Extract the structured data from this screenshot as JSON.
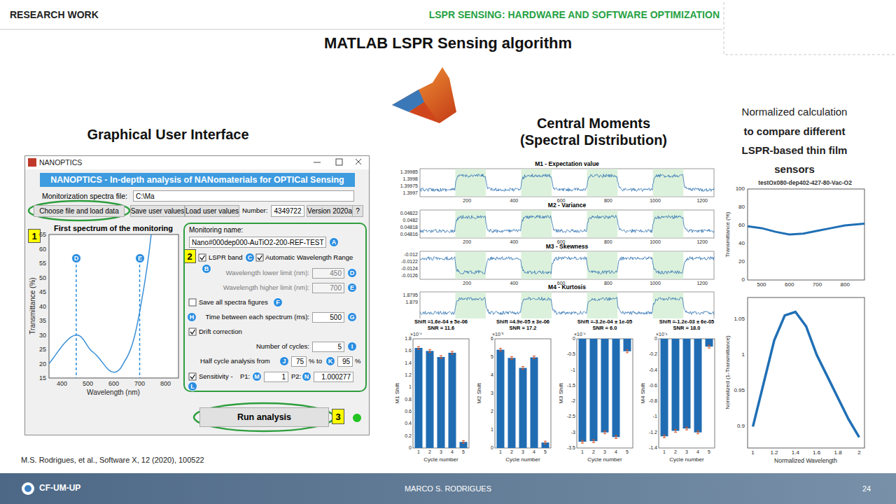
{
  "diagram": {
    "title": "MATLAB LSPR Sensing algorithm",
    "nodes": [
      {
        "text": [
          "NANOPTICS"
        ]
      },
      {
        "text": [
          "NANOPTICS - In-depth analysis of NANomaterials for OPTICal Sensing"
        ],
        "in": 0
      },
      {
        "text": [
          "C:\\Ma"
        ],
        "in": 0
      },
      {
        "text": [
          "Choose file and load data"
        ],
        "in": 0
      },
      {
        "text": [
          "Save user values"
        ],
        "in": 0
      },
      {
        "text": [
          "Load user values"
        ],
        "in": 0
      },
      {
        "text": [
          "4349722"
        ],
        "in": 0
      },
      {
        "text": [
          "Version 2020a"
        ],
        "in": 0
      },
      {
        "text": [
          "?"
        ],
        "in": 0
      },
      {
        "text": [
          "1"
        ],
        "in": 0
      },
      {
        "text": [
          "D"
        ],
        "in": 0
      },
      {
        "text": [
          "E"
        ],
        "in": 0
      },
      {
        "text": [
          "2"
        ],
        "in": 0
      },
      {
        "text": [
          "Monitoring name:"
        ],
        "in": 0
      },
      {
        "text": [
          "Nano#000dep000-AuTiO2-200-REF-TEST"
        ],
        "in": 13
      },
      {
        "text": [
          "A"
        ],
        "in": 13
      },
      {
        "text": [
          "B"
        ],
        "in": 13
      },
      {
        "text": [
          "C"
        ],
        "in": 13
      },
      {
        "text": [
          "450"
        ],
        "in": 13
      },
      {
        "text": [
          "D"
        ],
        "in": 13
      },
      {
        "text": [
          "700"
        ],
        "in": 13
      },
      {
        "text": [
          "E"
        ],
        "in": 13
      },
      {
        "text": [
          "F"
        ],
        "in": 13
      },
      {
        "text": [
          "H"
        ],
        "in": 13
      },
      {
        "text": [
          "500"
        ],
        "in": 13
      },
      {
        "text": [
          "G"
        ],
        "in": 13
      },
      {
        "text": [
          "5"
        ],
        "in": 13
      },
      {
        "text": [
          "I"
        ],
        "in": 13
      },
      {
        "text": [
          "J"
        ],
        "in": 13
      },
      {
        "text": [
          "75"
        ],
        "in": 13
      },
      {
        "text": [
          "K"
        ],
        "in": 13
      },
      {
        "text": [
          "95"
        ],
        "in": 13
      },
      {
        "text": [
          "L"
        ],
        "in": 13
      },
      {
        "text": [
          "M"
        ],
        "in": 13
      },
      {
        "text": [
          "1"
        ],
        "in": 13
      },
      {
        "text": [
          "N"
        ],
        "in": 13
      },
      {
        "text": [
          "1.000277"
        ],
        "in": 13
      },
      {
        "text": [
          "Run analysis"
        ],
        "in": 0
      },
      {
        "text": [
          "3"
        ],
        "in": 0
      }
    ],
    "labels": [
      "RESEARCH WORK",
      "LSPR SENSING: HARDWARE AND SOFTWARE OPTIMIZATION",
      "Graphical User Interface",
      "Central Moments",
      "(Spectral Distribution)",
      "Normalized calculation",
      "to compare different",
      "LSPR-based thin film",
      "sensors",
      "Monitorization spectra file:",
      "Number:",
      "First spectrum of the monitoring",
      "65",
      "60",
      "55",
      "50",
      "45",
      "40",
      "35",
      "30",
      "25",
      "20",
      "15",
      "400",
      "500",
      "600",
      "700",
      "800",
      "Wavelength (nm)",
      "Transmittance (%)",
      "LSPR band",
      "Automatic Wavelength Range",
      "Wavelength lower limit (nm):",
      "Wavelength higher limit (nm):",
      "Save all spectra figures",
      "Time between each spectrum (ms):",
      "Drift correction",
      "Number of cycles:",
      "Half cycle analysis from",
      "%",
      "to",
      "%",
      "Sensitivity -",
      "P1:",
      "P2:",
      "M1 - Expectation value",
      "1.39985",
      "1.3998",
      "1.39975",
      "1.3997",
      "200",
      "400",
      "600",
      "800",
      "1000",
      "1200",
      "M2 - Variance",
      "0.04822",
      "0.0482",
      "0.04818",
      "0.04816",
      "200",
      "400",
      "600",
      "800",
      "1000",
      "1200",
      "M3 - Skewness",
      "-0.012",
      "-0.0122",
      "-0.0124",
      "-0.0126",
      "200",
      "400",
      "600",
      "800",
      "1000",
      "1200",
      "M4 - Kurtosis",
      "1.8795",
      "1.879",
      "Shift =1.6e-04 ± 5e-06",
      "SNR = 11.6",
      "×10⁻⁴",
      "1.8",
      "1.6",
      "1.4",
      "1.2",
      "1",
      "0.8",
      "0.6",
      "0.4",
      "0.2",
      "0",
      "1",
      "2",
      "3",
      "4",
      "5",
      "Cycle number",
      "M1 Shift",
      "Shift =4.9e-05 ± 3e-06",
      "SNR = 17.2",
      "×10⁻⁵",
      "6",
      "5",
      "4",
      "3",
      "2",
      "1",
      "0",
      "1",
      "2",
      "3",
      "4",
      "5",
      "Cycle number",
      "M2 Shift",
      "Shift =-3.2e-04 ± 1e-05",
      "SNR = 6.0",
      "×10⁻⁴",
      "0",
      "-0.5",
      "-1",
      "-1.5",
      "-2",
      "-2.5",
      "-3",
      "-3.5",
      "1",
      "2",
      "3",
      "4",
      "5",
      "Cycle number",
      "M3 Shift",
      "Shift =-1.2e-03 ± 6e-05",
      "SNR = 18.0",
      "×10⁻³",
      "0",
      "-0.2",
      "-0.4",
      "-0.6",
      "-0.8",
      "-1",
      "-1.2",
      "-1.4",
      "1",
      "2",
      "3",
      "4",
      "5",
      "Cycle number",
      "M4 Shift",
      "testOx080-dep402-427-80-Vac-O2",
      "100",
      "80",
      "60",
      "40",
      "20",
      "0",
      "500",
      "600",
      "700",
      "800",
      "Transmittance (%)",
      "1.05",
      "1",
      "0.95",
      "0.9",
      "1",
      "1.2",
      "1.4",
      "1.6",
      "1.8",
      "2",
      "Normalized Wavelength",
      "Normalized (1-Transmittance)",
      "M.S. Rodrigues, et al., Software X, 12 (2020), 100522",
      "CF-UM-UP",
      "MARCO S. RODRIGUES",
      "24"
    ]
  }
}
